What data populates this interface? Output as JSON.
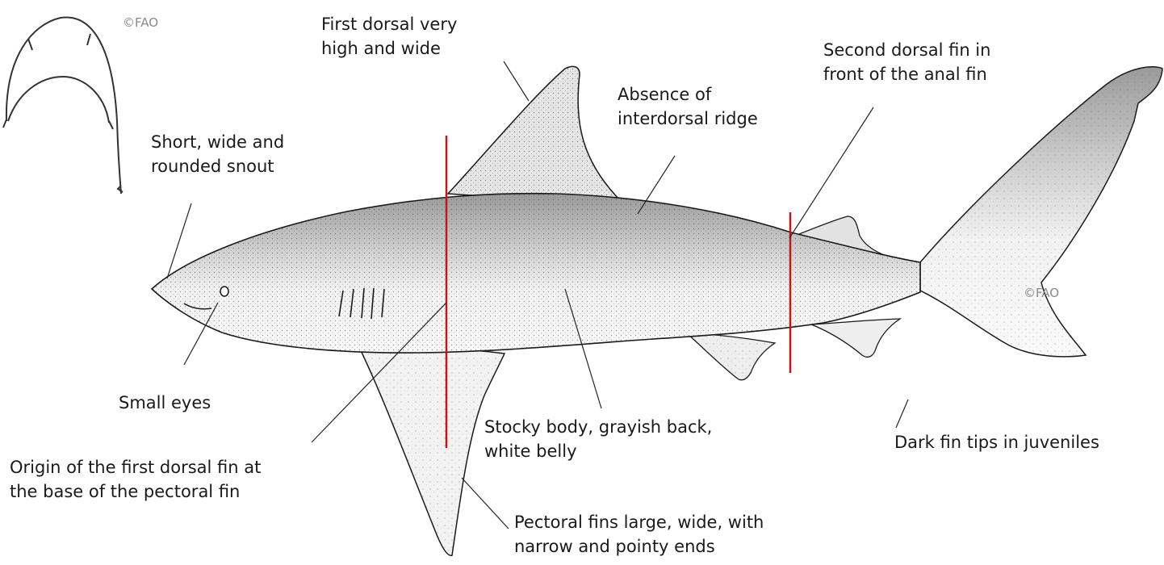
{
  "credits": {
    "top_left": "©FAO",
    "tail": "©FAO"
  },
  "labels": {
    "first_dorsal": [
      "First dorsal very",
      "high and wide"
    ],
    "second_dorsal": [
      "Second dorsal fin in",
      "front of the anal fin"
    ],
    "interdorsal": [
      "Absence of",
      "interdorsal ridge"
    ],
    "snout": [
      "Short, wide and",
      "rounded snout"
    ],
    "eyes": [
      "Small eyes"
    ],
    "origin": [
      "Origin of the first dorsal fin at",
      "the base of the pectoral fin"
    ],
    "body": [
      "Stocky body, grayish back,",
      "white belly"
    ],
    "fin_tips": [
      "Dark fin tips in juveniles"
    ],
    "pectoral": [
      "Pectoral fins large, wide, with",
      "narrow and pointy ends"
    ]
  },
  "colors": {
    "marker_line": "#c0161c",
    "leader_line": "#222222",
    "shark_outline": "#1a1a1a",
    "shark_fill": "#f3f3f3"
  }
}
